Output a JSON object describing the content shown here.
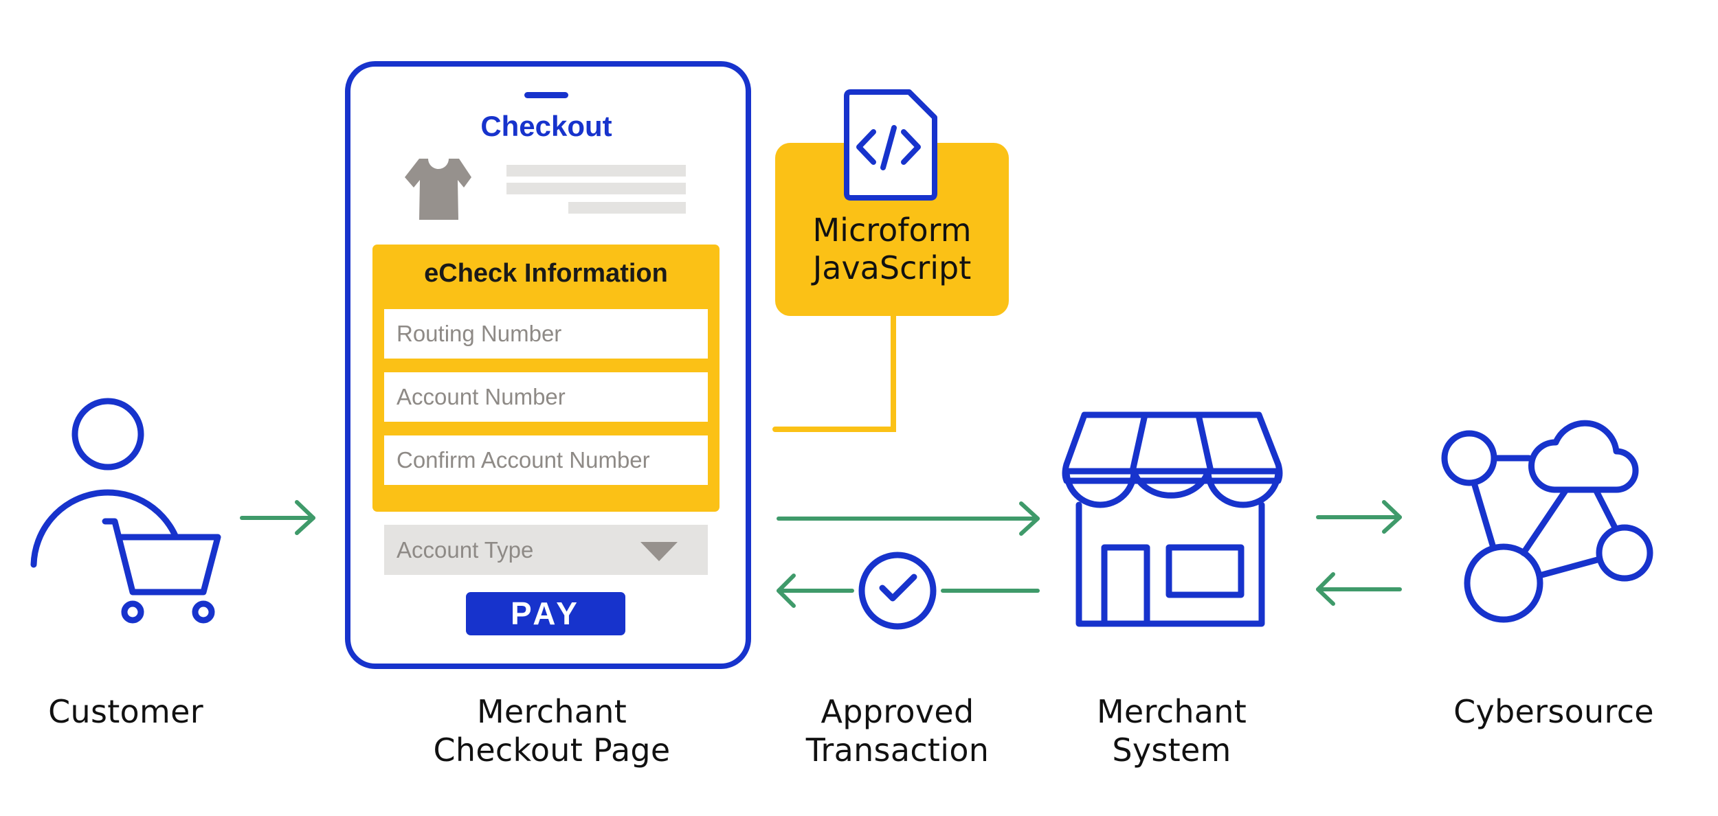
{
  "colors": {
    "brand_blue": "#1733CC",
    "accent_yellow": "#FBC116",
    "arrow_green": "#3F9A6A",
    "placeholder_gray": "#8E8A86",
    "light_gray": "#E4E3E1",
    "shirt_gray": "#96918D",
    "text": "#111111"
  },
  "actors": {
    "customer": {
      "label": "Customer",
      "icon": "customer-with-cart-icon"
    },
    "checkout_page": {
      "label_line1": "Merchant",
      "label_line2": "Checkout Page"
    },
    "approved": {
      "label_line1": "Approved",
      "label_line2": "Transaction",
      "icon": "check-circle-icon"
    },
    "merchant_system": {
      "label_line1": "Merchant",
      "label_line2": "System",
      "icon": "storefront-icon"
    },
    "cybersource": {
      "label": "Cybersource",
      "icon": "cloud-network-icon"
    }
  },
  "checkout": {
    "title": "Checkout",
    "product_icon": "tshirt-icon",
    "echeck_title": "eCheck Information",
    "fields": [
      {
        "placeholder": "Routing Number"
      },
      {
        "placeholder": "Account Number"
      },
      {
        "placeholder": "Confirm Account Number"
      }
    ],
    "account_type": {
      "placeholder": "Account Type"
    },
    "pay_label": "PAY"
  },
  "microform": {
    "line1": "Microform",
    "line2": "JavaScript",
    "icon": "code-file-icon"
  },
  "flows": [
    {
      "from": "Customer",
      "to": "Merchant Checkout Page",
      "direction": "right"
    },
    {
      "from": "Microform JavaScript",
      "to": "Merchant Checkout Page",
      "direction": "connector"
    },
    {
      "from": "Merchant Checkout Page",
      "to": "Merchant System",
      "direction": "right"
    },
    {
      "from": "Merchant System",
      "to": "Merchant Checkout Page",
      "direction": "left",
      "via": "Approved Transaction"
    },
    {
      "from": "Merchant System",
      "to": "Cybersource",
      "direction": "right"
    },
    {
      "from": "Cybersource",
      "to": "Merchant System",
      "direction": "left"
    }
  ]
}
